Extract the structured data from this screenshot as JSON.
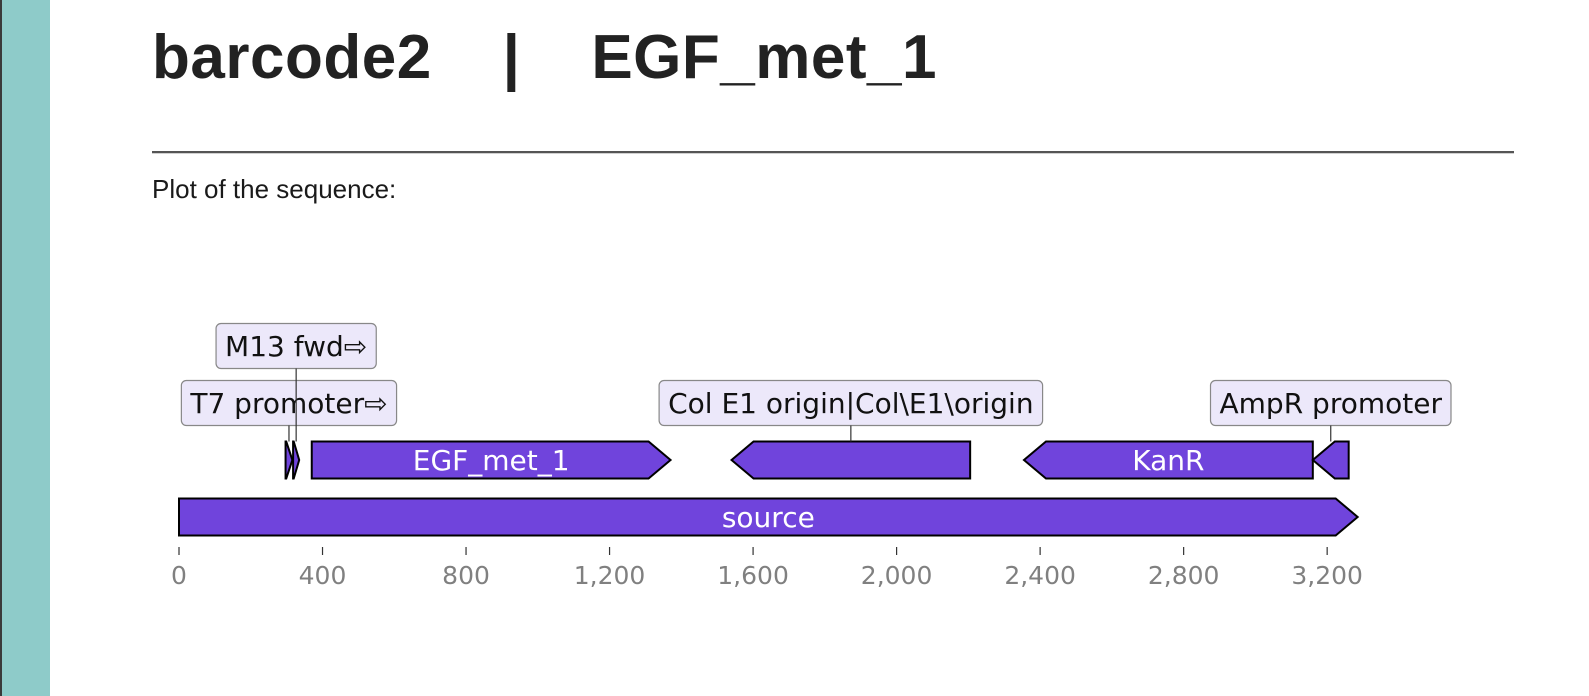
{
  "page": {
    "title": "barcode2    |    EGF_met_1",
    "caption": "Plot of the sequence:"
  },
  "colors": {
    "side_band": "#8ecbc9",
    "feature_fill": "#7044dc",
    "label_box_fill": "#ece8fa",
    "label_box_stroke": "#888888",
    "axis_text": "#808080"
  },
  "chart_data": {
    "type": "sequence_map",
    "axis": {
      "min": 0,
      "max": 3300,
      "ticks": [
        0,
        400,
        800,
        1200,
        1600,
        2000,
        2400,
        2800,
        3200
      ],
      "tick_labels": [
        "0",
        "400",
        "800",
        "1,200",
        "1,600",
        "2,000",
        "2,400",
        "2,800",
        "3,200"
      ]
    },
    "features": [
      {
        "name": "source",
        "label": "source",
        "start": 0,
        "end": 3285,
        "strand": 1,
        "row": 0,
        "label_mode": "inline"
      },
      {
        "name": "t7-promoter",
        "label": "T7 promoter⇨",
        "start": 297,
        "end": 316,
        "strand": 1,
        "row": 1,
        "label_mode": "box",
        "box_row": 1
      },
      {
        "name": "m13-fwd",
        "label": "M13 fwd⇨",
        "start": 318,
        "end": 335,
        "strand": 1,
        "row": 1,
        "label_mode": "box",
        "box_row": 2
      },
      {
        "name": "egf-met-1",
        "label": "EGF_met_1",
        "start": 370,
        "end": 1370,
        "strand": 1,
        "row": 1,
        "label_mode": "inline"
      },
      {
        "name": "col-e1-origin",
        "label": "Col E1 origin|Col\\E1\\origin",
        "start": 1540,
        "end": 2205,
        "strand": -1,
        "row": 1,
        "label_mode": "box",
        "box_row": 1
      },
      {
        "name": "kanr",
        "label": "KanR",
        "start": 2355,
        "end": 3160,
        "strand": -1,
        "row": 1,
        "label_mode": "inline"
      },
      {
        "name": "ampr-promoter",
        "label": "AmpR promoter",
        "start": 3160,
        "end": 3260,
        "strand": -1,
        "row": 1,
        "label_mode": "box",
        "box_row": 1
      }
    ]
  }
}
